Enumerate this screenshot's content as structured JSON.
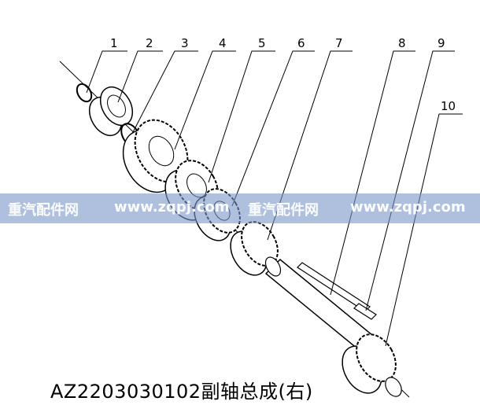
{
  "callouts": [
    "1",
    "2",
    "3",
    "4",
    "5",
    "6",
    "7",
    "8",
    "9",
    "10"
  ],
  "watermark": {
    "brand": "重汽配件网",
    "url": "www.zqpj.com"
  },
  "title": "AZ2203030102副轴总成(右)"
}
